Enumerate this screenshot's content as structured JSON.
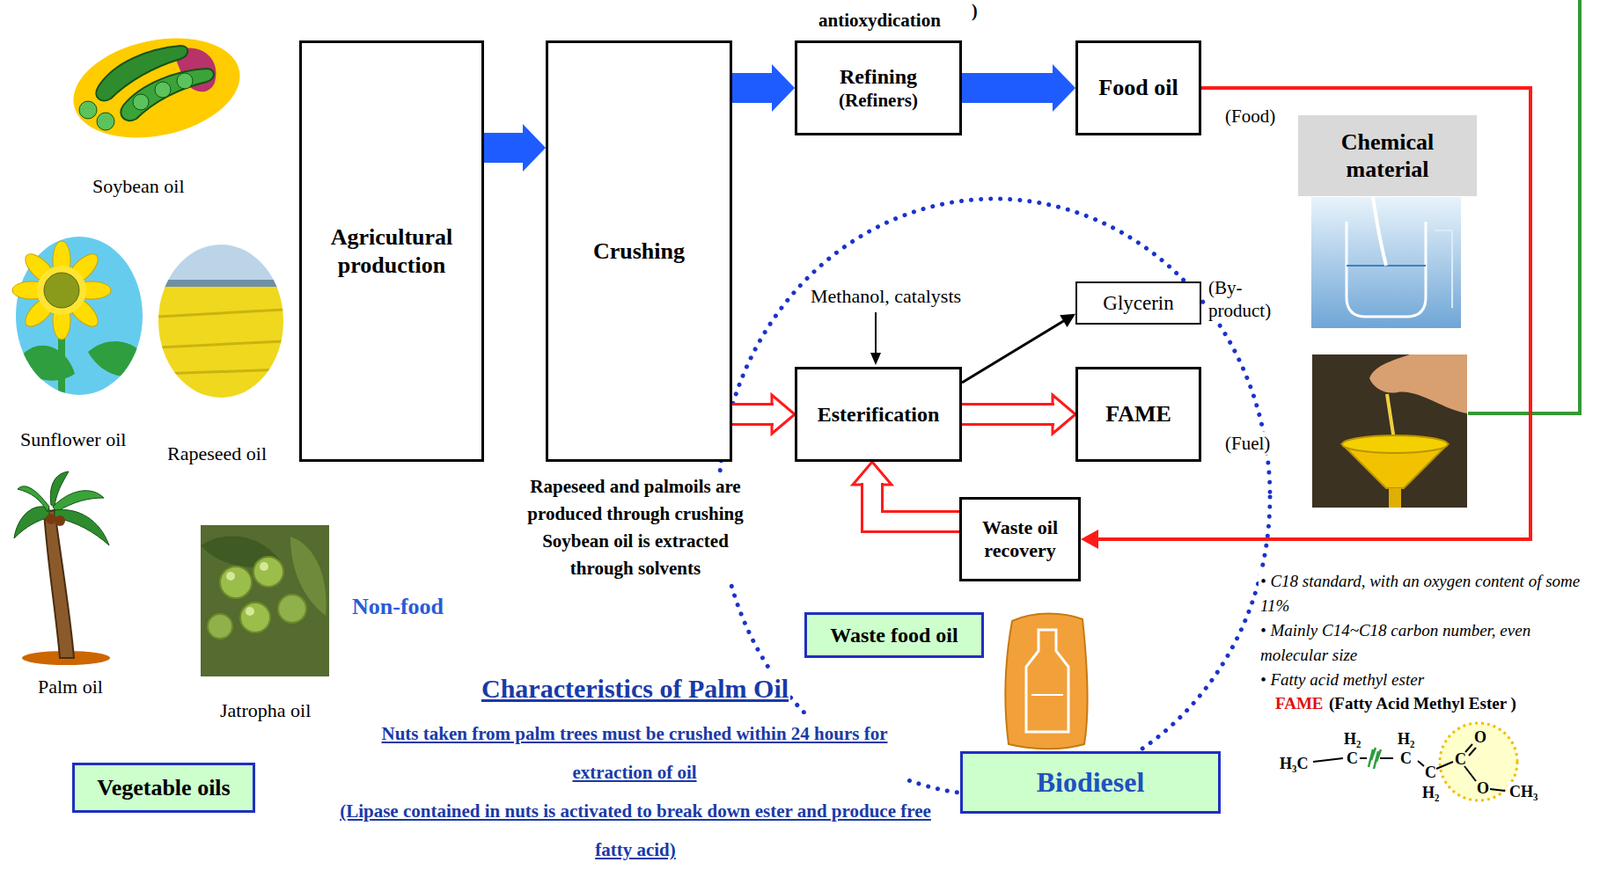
{
  "diagram": {
    "nodes": [
      {
        "text": [
          "Agricultural production"
        ]
      },
      {
        "text": [
          "Crushing"
        ]
      },
      {
        "text": [
          "Refining",
          "(Refiners)"
        ]
      },
      {
        "text": [
          "Food oil"
        ]
      },
      {
        "text": [
          "Chemical material"
        ]
      },
      {
        "text": [
          "Glycerin"
        ]
      },
      {
        "text": [
          "Esterification"
        ]
      },
      {
        "text": [
          "FAME"
        ]
      },
      {
        "text": [
          "Waste oil recovery"
        ]
      },
      {
        "text": [
          "Waste food oil"
        ]
      },
      {
        "text": [
          "Biodiesel"
        ]
      },
      {
        "text": [
          "Vegetable oils"
        ]
      }
    ],
    "edges": [
      {
        "from": 0,
        "to": 1,
        "arrow": "to"
      },
      {
        "from": 1,
        "to": 2,
        "arrow": "to"
      },
      {
        "from": 2,
        "to": 3,
        "arrow": "to"
      },
      {
        "from": 1,
        "to": 6,
        "arrow": "to"
      },
      {
        "from": 6,
        "to": 5,
        "arrow": "to"
      },
      {
        "from": 6,
        "to": 7,
        "arrow": "to"
      },
      {
        "from": 3,
        "to": 8,
        "arrow": "to"
      },
      {
        "from": 8,
        "to": 6,
        "arrow": "to"
      }
    ],
    "labels": [
      ")",
      "antioxydication",
      "Soybean oil",
      "Sunflower oil",
      "Rapeseed oil",
      "Palm oil",
      "Jatropha oil",
      "Non-food",
      "(Food)",
      "Methanol, catalysts",
      "(By- product)",
      "(Fuel)",
      "Rapeseed and palmoils are produced through crushing",
      "Soybean oil is extracted through solvents",
      "Characteristics of Palm Oil",
      "Nuts taken from palm trees must be crushed within 24 hours for extraction of oil",
      "(Lipase contained in nuts is activated to break down ester and produce free fatty acid)",
      "• C18 standard, with an oxygen content of some 11%",
      "• Mainly C14~C18 carbon number, even molecular size",
      "• Fatty acid methyl ester",
      "FAME",
      "(Fatty Acid Methyl Ester )",
      "H₃C",
      "H₂",
      "C",
      "H₂",
      "C",
      "C",
      "H₂",
      "C",
      "O",
      "O",
      "CH₃"
    ]
  }
}
